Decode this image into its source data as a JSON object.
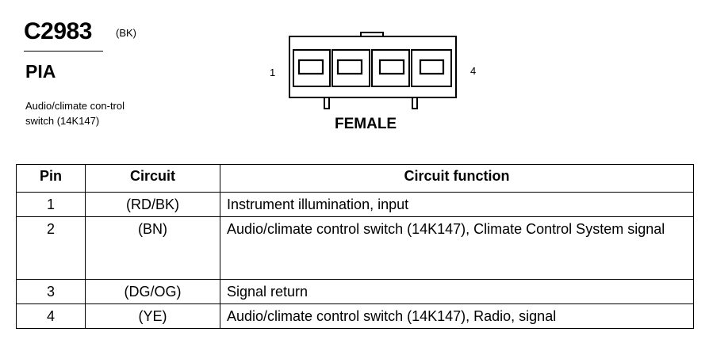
{
  "connector": {
    "id": "C2983",
    "color": "(BK)",
    "harness": "PIA",
    "component": "Audio/climate con-trol switch (14K147)",
    "gender": "FEMALE",
    "pin_first": "1",
    "pin_last": "4"
  },
  "table": {
    "headers": [
      "Pin",
      "Circuit",
      "Circuit function"
    ],
    "rows": [
      {
        "pin": "1",
        "circuit": "(RD/BK)",
        "function": "Instrument illumination, input"
      },
      {
        "pin": "2",
        "circuit": "(BN)",
        "function": "Audio/climate control switch (14K147), Climate Control System signal"
      },
      {
        "pin": "3",
        "circuit": "(DG/OG)",
        "function": "Signal return"
      },
      {
        "pin": "4",
        "circuit": "(YE)",
        "function": "Audio/climate control switch (14K147), Radio, signal"
      }
    ]
  }
}
